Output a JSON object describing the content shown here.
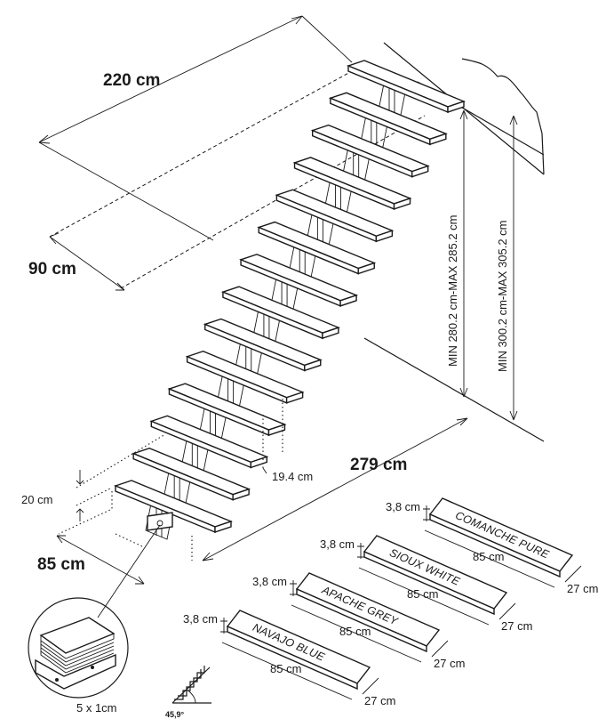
{
  "dimensions": {
    "length_top": "220 cm",
    "width": "90 cm",
    "length_bottom": "279 cm",
    "tread_width": "85 cm",
    "rise_first": "20 cm",
    "rise_step": "19.4 cm",
    "height_range_1": "MIN 280.2 cm-MAX 285.2 cm",
    "height_range_2": "MIN 300.2 cm-MAX 305.2 cm"
  },
  "kit_label": "5 x 1cm",
  "angle_label": "45,9°",
  "colors": {
    "line": "#1a1a1a",
    "background": "#ffffff"
  },
  "treads": [
    {
      "name": "COMANCHE PURE",
      "thickness": "3,8 cm",
      "length": "85 cm",
      "depth": "27 cm"
    },
    {
      "name": "SIOUX WHITE",
      "thickness": "3,8 cm",
      "length": "85 cm",
      "depth": "27 cm"
    },
    {
      "name": "APACHE GREY",
      "thickness": "3,8 cm",
      "length": "85 cm",
      "depth": "27 cm"
    },
    {
      "name": "NAVAJO BLUE",
      "thickness": "3,8 cm",
      "length": "85 cm",
      "depth": "27 cm"
    }
  ]
}
